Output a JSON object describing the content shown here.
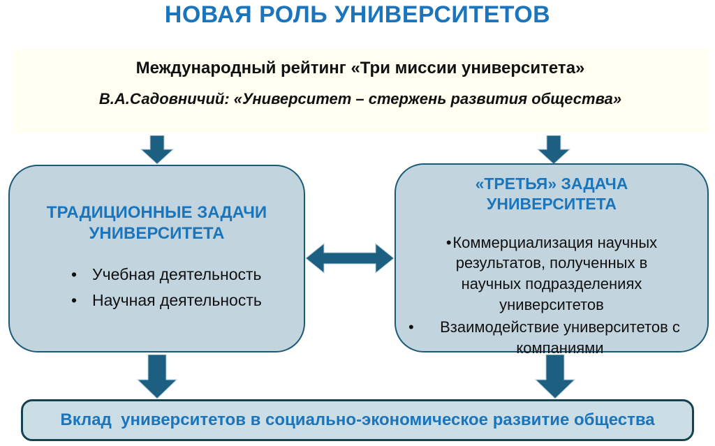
{
  "title": "НОВАЯ РОЛЬ УНИВЕРСИТЕТОВ",
  "banner": {
    "heading": "Международный рейтинг «Три миссии университета»",
    "quote": "В.А.Садовничий: «Университет – стержень развития общества»"
  },
  "left_box": {
    "heading": "ТРАДИЦИОННЫЕ ЗАДАЧИ УНИВЕРСИТЕТА",
    "items": [
      "Учебная деятельность",
      "Научная деятельность"
    ],
    "bullet_char": "•"
  },
  "right_box": {
    "heading": "«ТРЕТЬЯ» ЗАДАЧА УНИВЕРСИТЕТА",
    "items": [
      "Коммерциализация научных результатов, полученных в научных подразделениях университетов",
      "Взаимодействие университетов с компаниями"
    ],
    "bullet_char": "•"
  },
  "bottom_bar": {
    "text": "Вклад  университетов в социально-экономическое развитие общества"
  },
  "colors": {
    "title_blue": "#1B75BC",
    "banner_bg": "#FFFFF2",
    "box_fill": "#C2D5DF",
    "box_border": "#1B5A77",
    "arrow_fill": "#1D5F80",
    "bar_fill": "#CBDDE5",
    "bar_border": "#16414F",
    "text_black": "#101010"
  }
}
